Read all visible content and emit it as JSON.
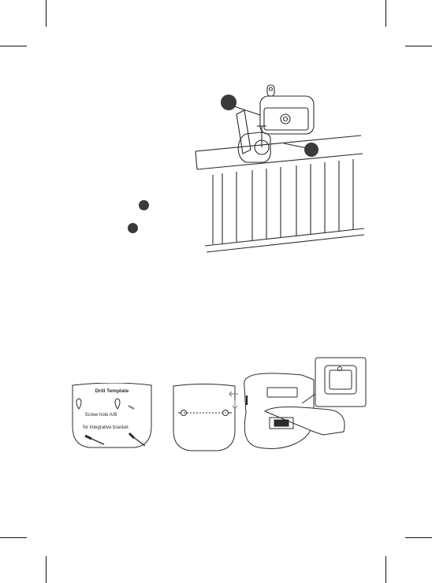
{
  "template": {
    "heading": "Drill Template",
    "line1": "Screw hole A/B",
    "line2": "for integrative bracket"
  },
  "colors": {
    "ink": "#2b2b2b",
    "marker": "#3a3a3a",
    "paper": "#ffffff"
  }
}
